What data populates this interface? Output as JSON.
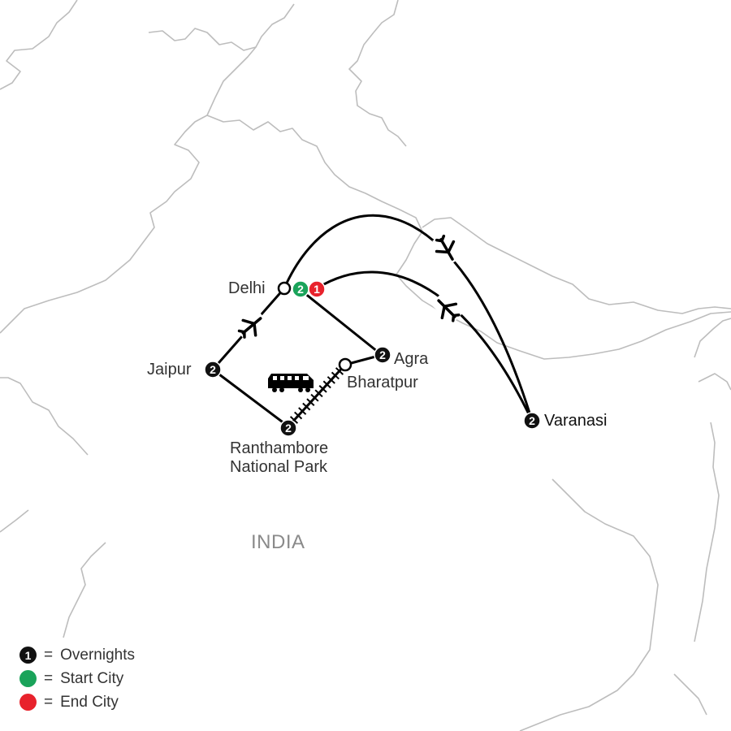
{
  "country": "INDIA",
  "colors": {
    "overnight": "#111111",
    "start": "#1aa35a",
    "end": "#e8222c",
    "border": "#bdbdbd",
    "route": "#000000"
  },
  "cities": {
    "delhi": {
      "name": "Delhi"
    },
    "jaipur": {
      "name": "Jaipur",
      "nights": "2"
    },
    "agra": {
      "name": "Agra",
      "nights": "2"
    },
    "bharatpur": {
      "name": "Bharatpur"
    },
    "ranthambore": {
      "name_line1": "Ranthambore",
      "name_line2": "National Park",
      "nights": "2"
    },
    "varanasi": {
      "name": "Varanasi",
      "nights": "2"
    }
  },
  "delhi_start_nights": "2",
  "delhi_end_nights": "1",
  "legend": {
    "eq": "=",
    "overnight_sample": "1",
    "overnights": "Overnights",
    "start": "Start City",
    "end": "End City"
  },
  "icons": [
    "airplane-icon",
    "train-icon"
  ]
}
